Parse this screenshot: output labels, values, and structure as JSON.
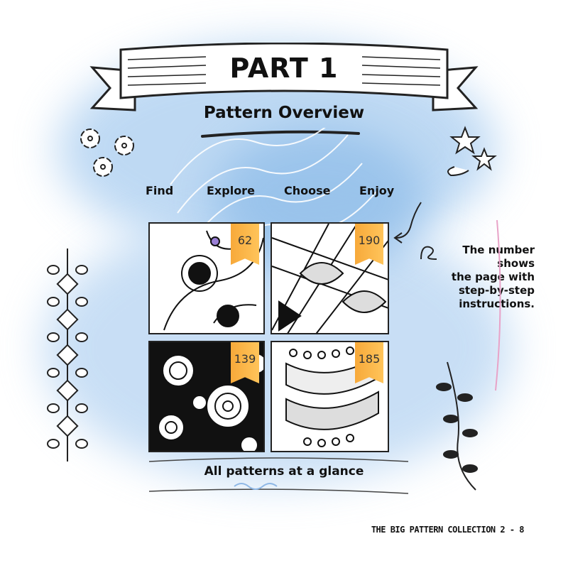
{
  "header": {
    "title": "PART 1",
    "subtitle": "Pattern Overview"
  },
  "steps": [
    "Find",
    "Explore",
    "Choose",
    "Enjoy"
  ],
  "tiles": [
    {
      "page": "62",
      "pattern": "fan-flower"
    },
    {
      "page": "190",
      "pattern": "leaf-diamond"
    },
    {
      "page": "139",
      "pattern": "spirals"
    },
    {
      "page": "185",
      "pattern": "ribbon-dots"
    }
  ],
  "note": {
    "lines": [
      "The number",
      "shows",
      "the page with",
      "step-by-step",
      "instructions."
    ]
  },
  "caption": "All patterns at a glance",
  "footer": "THE BIG PATTERN COLLECTION 2 - 8",
  "colors": {
    "wash": "#9cc4ec",
    "badge": "#f7a93a",
    "accent_pink": "#e8a3c8"
  }
}
